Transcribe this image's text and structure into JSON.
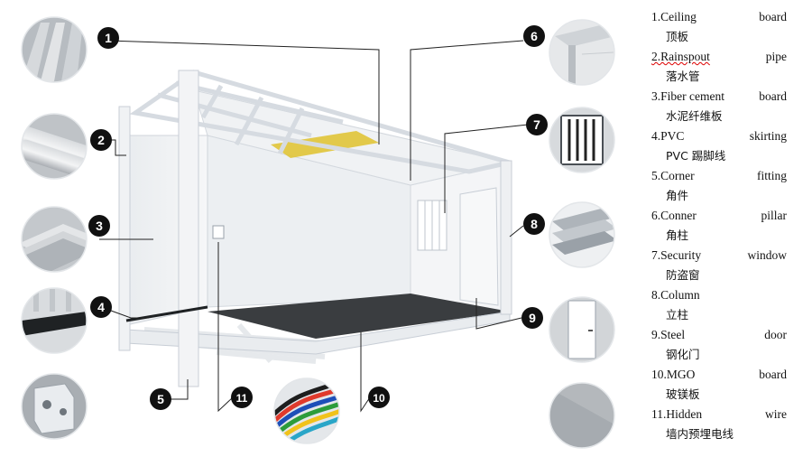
{
  "colors": {
    "leader": "#222222",
    "badge": "#111111",
    "badge_text": "#ffffff",
    "frame": "#eef1f4",
    "frame_edge": "#c8ced6",
    "wall": "#f2f4f6",
    "floor": "#3a3d40",
    "insulation": "#e0c437",
    "thumb_bg": "#b9bec4"
  },
  "callouts": [
    {
      "num": "1",
      "thumb": "ceiling-board"
    },
    {
      "num": "2",
      "thumb": "rainspout-pipe"
    },
    {
      "num": "3",
      "thumb": "fiber-cement-board"
    },
    {
      "num": "4",
      "thumb": "pvc-skirting"
    },
    {
      "num": "5",
      "thumb": "corner-fitting"
    },
    {
      "num": "6",
      "thumb": "corner-pillar"
    },
    {
      "num": "7",
      "thumb": "security-window"
    },
    {
      "num": "8",
      "thumb": "column"
    },
    {
      "num": "9",
      "thumb": "steel-door"
    },
    {
      "num": "10",
      "thumb": "mgo-board"
    },
    {
      "num": "11",
      "thumb": "hidden-wire"
    }
  ],
  "legend": [
    {
      "en_a": "1.Ceiling",
      "en_b": "board",
      "zh": "顶板"
    },
    {
      "en_a": "2.Rainspout",
      "en_b": "pipe",
      "zh": "落水管"
    },
    {
      "en_a": "3.Fiber cement",
      "en_b": "board",
      "zh": "水泥纤维板"
    },
    {
      "en_a": "4.PVC",
      "en_b": "skirting",
      "zh": "PVC 踢脚线"
    },
    {
      "en_a": "5.Corner",
      "en_b": "fitting",
      "zh": "角件"
    },
    {
      "en_a": "6.Conner",
      "en_b": "pillar",
      "zh": "角柱"
    },
    {
      "en_a": "7.Security",
      "en_b": "window",
      "zh": "防盗窗"
    },
    {
      "en_a": "8.Column",
      "en_b": "",
      "zh": "立柱"
    },
    {
      "en_a": "9.Steel",
      "en_b": "door",
      "zh": "钢化门"
    },
    {
      "en_a": "10.MGO",
      "en_b": "board",
      "zh": "玻镁板"
    },
    {
      "en_a": "11.Hidden",
      "en_b": "wire",
      "zh": "墙内预埋电线"
    }
  ]
}
